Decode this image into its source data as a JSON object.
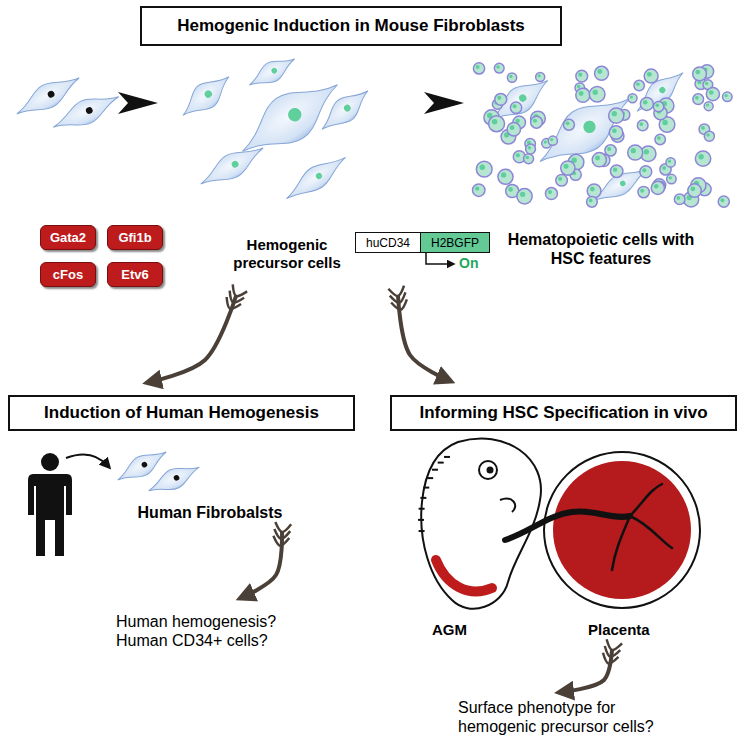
{
  "diagram": {
    "nodes": [
      {
        "text": [
          "Hemogenic Induction in Mouse Fibroblasts"
        ]
      },
      {
        "text": [
          "Gata2"
        ]
      },
      {
        "text": [
          "Gfi1b"
        ]
      },
      {
        "text": [
          "cFos"
        ]
      },
      {
        "text": [
          "Etv6"
        ]
      },
      {
        "text": [
          "huCD34"
        ]
      },
      {
        "text": [
          "H2BGFP"
        ]
      },
      {
        "text": [
          "Induction of Human Hemogenesis"
        ]
      },
      {
        "text": [
          "Informing HSC Specification in vivo"
        ]
      }
    ],
    "labels": [
      "Hemogenic precursor cells",
      "On",
      "Hematopoietic cells with HSC features",
      "Human Fibrobalsts",
      "Human hemogenesis? Human CD34+ cells?",
      "AGM",
      "Placenta",
      "Surface phenotype for hemogenic precursor cells?"
    ]
  }
}
